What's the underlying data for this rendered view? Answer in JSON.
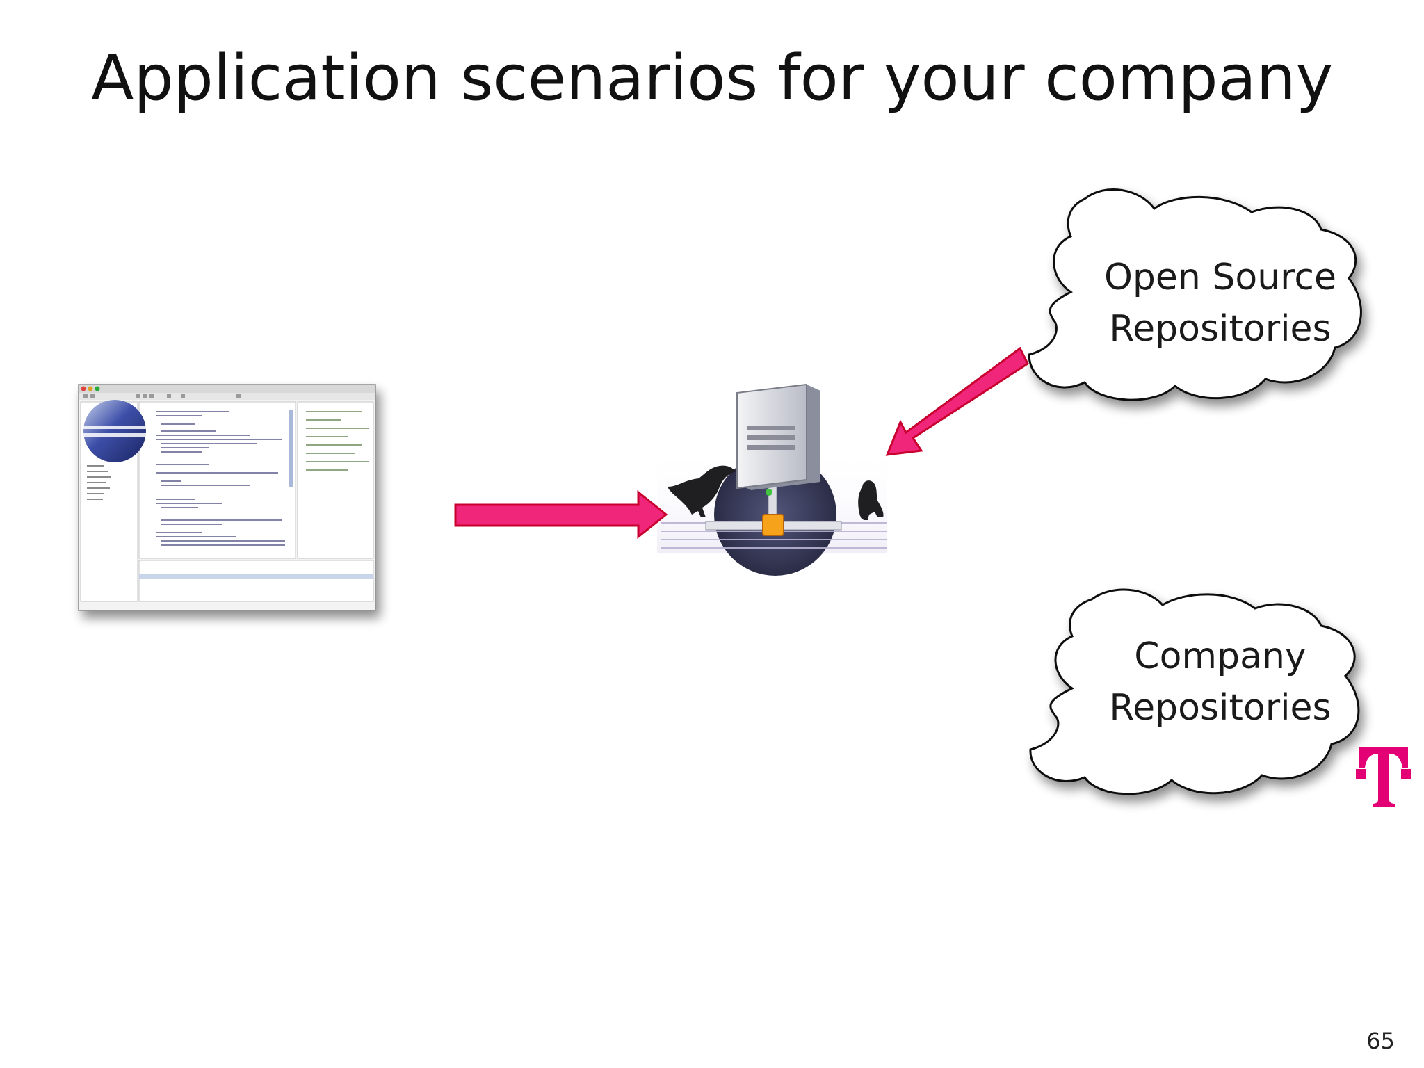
{
  "slide": {
    "title": "Application scenarios for your  company",
    "page_number": "65"
  },
  "clouds": [
    {
      "id": "open-source",
      "lines": [
        "Open Source",
        "Repositories"
      ]
    },
    {
      "id": "company",
      "lines": [
        "Company",
        "Repositories"
      ]
    }
  ],
  "colors": {
    "arrow_fill": "#f0267a",
    "arrow_stroke": "#c9002e",
    "logo": "#e20074",
    "cloud_stroke": "#111111"
  },
  "icons": {
    "ide": "eclipse-ide-screenshot",
    "server": "server-with-ravens-icon",
    "logo": "telekom-t-logo"
  }
}
